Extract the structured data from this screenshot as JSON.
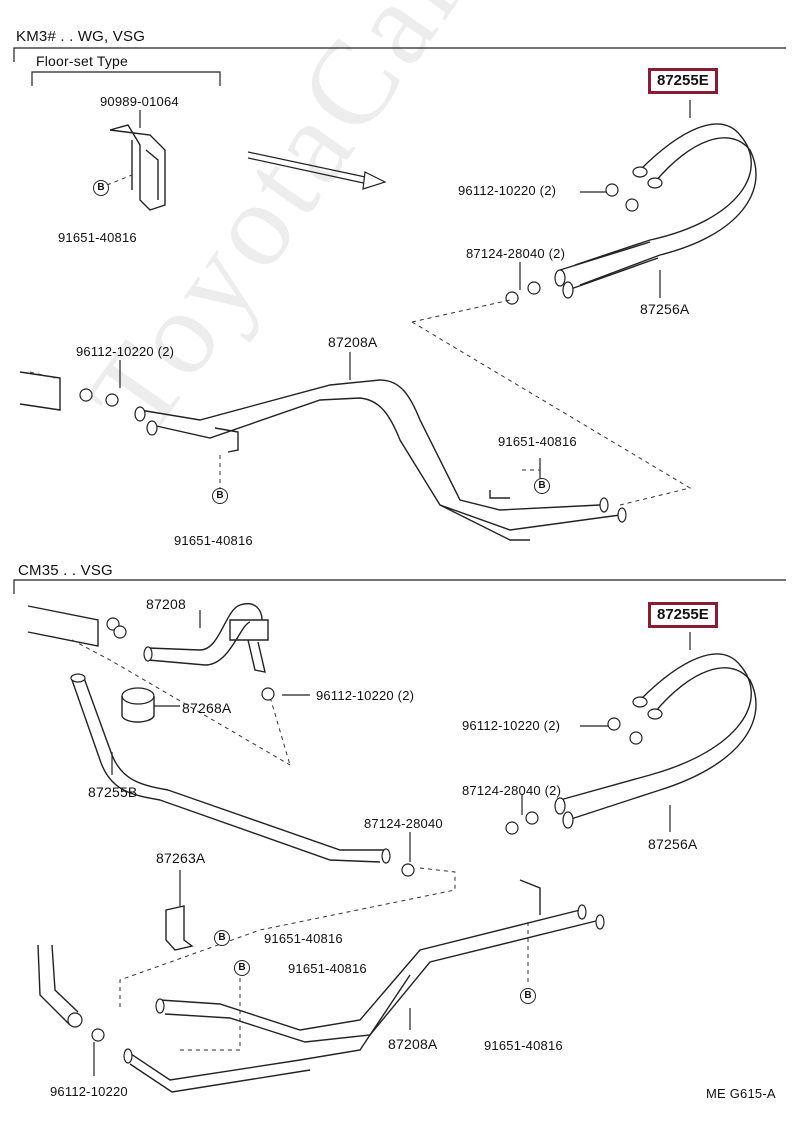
{
  "watermark": "ToyotaCarMine.ru",
  "sections": {
    "top": {
      "header": "KM3# . . WG, VSG",
      "subheader": "Floor-set Type"
    },
    "bottom": {
      "header": "CM35 . . VSG"
    }
  },
  "bolt_mark": "B",
  "labels": {
    "t_90989": "90989-01064",
    "t_91651_a": "91651-40816",
    "t_87255E": "87255E",
    "t_96112_a": "96112-10220 (2)",
    "t_87124_a": "87124-28040 (2)",
    "t_87256A": "87256A",
    "t_96112_b": "96112-10220 (2)",
    "t_87208A": "87208A",
    "t_91651_b": "91651-40816",
    "t_91651_c": "91651-40816",
    "b_87208": "87208",
    "b_87255E": "87255E",
    "b_87268A": "87268A",
    "b_96112_a": "96112-10220 (2)",
    "b_96112_b": "96112-10220 (2)",
    "b_87255B": "87255B",
    "b_87124_a": "87124-28040 (2)",
    "b_87256A": "87256A",
    "b_87124_b": "87124-28040",
    "b_87263A": "87263A",
    "b_91651_a": "91651-40816",
    "b_91651_b": "91651-40816",
    "b_87208A": "87208A",
    "b_91651_c": "91651-40816",
    "b_96112_c": "96112-10220",
    "footer": "ME  G615-A"
  }
}
